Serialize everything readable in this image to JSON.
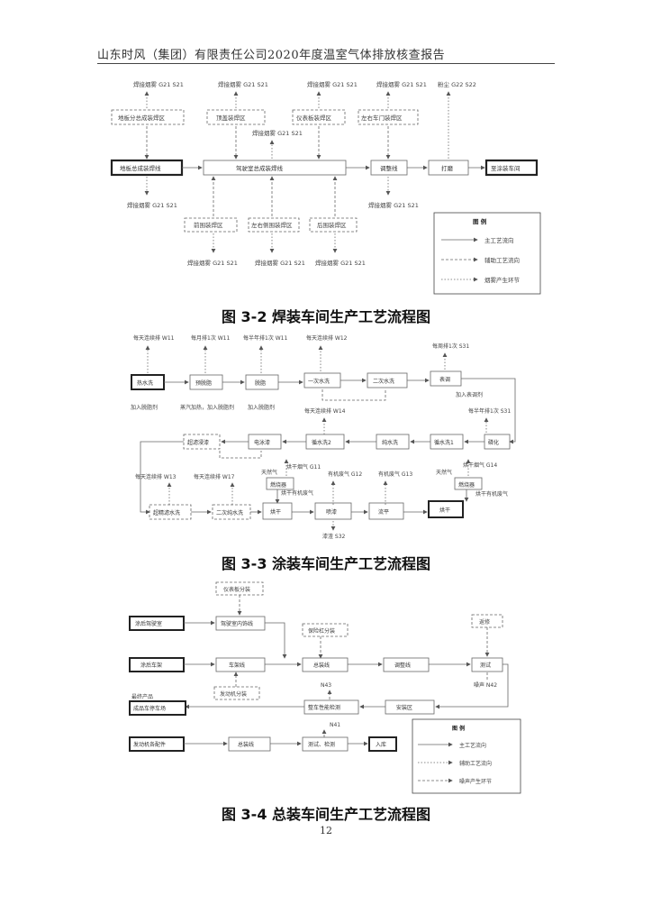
{
  "header": {
    "title": "山东时风（集团）有限责任公司2020年度温室气体排放核查报告"
  },
  "page_number": "12",
  "fig32": {
    "caption": "图 3-2  焊装车间生产工艺流程图",
    "top_emissions": [
      "焊接烟雾 G21 S21",
      "焊接烟雾 G21 S21",
      "焊接烟雾 G21 S21",
      "焊接烟雾 G21 S21",
      "粉尘 G22 S22"
    ],
    "upper_zones": [
      "地板分总成装焊区",
      "顶盖装焊区",
      "仪表板装焊区",
      "左右车门装焊区"
    ],
    "mid_emission": "焊接烟雾 G21 S21",
    "main_line": [
      "地板总成装焊线",
      "驾驶室总成装焊线",
      "调整线",
      "打磨",
      "至涂装车间"
    ],
    "below_emissions": [
      "焊接烟雾 G21 S21",
      "焊接烟雾 G21 S21"
    ],
    "lower_zones": [
      "前围装焊区",
      "左右侧围装焊区",
      "后围装焊区"
    ],
    "bottom_emissions": [
      "焊接烟雾 G21 S21",
      "焊接烟雾 G21 S21",
      "焊接烟雾 G21 S21"
    ],
    "legend": {
      "title": "图    例",
      "items": [
        "主工艺流向",
        "辅助工艺流向",
        "烟雾产生环节"
      ]
    }
  },
  "fig33": {
    "caption": "图 3-3  涂装车间生产工艺流程图",
    "row1": [
      "热水洗",
      "预脱脂",
      "脱脂",
      "一次水洗",
      "二次水洗",
      "表调"
    ],
    "row1_top": [
      "每天连续排 W11",
      "每月排1次 W11",
      "每半年排1次 W11",
      "每天连续排 W12",
      "每周排1次  S31"
    ],
    "row1_bottom": [
      "加入脱脂剂",
      "蒸汽加热，加入脱脂剂",
      "加入脱脂剂",
      "加入表调剂"
    ],
    "row2": [
      "超滤浸漆",
      "电泳漆",
      "循水洗2",
      "纯水洗",
      "循水洗1",
      "磷化"
    ],
    "row2_labels": [
      "每天连续排 W14",
      "每半年排1次 S31"
    ],
    "row3": [
      "超精滤水洗",
      "二次纯水洗",
      "烘干",
      "喷漆",
      "流平",
      "烘干"
    ],
    "burners": [
      "燃烧器",
      "燃烧器"
    ],
    "row3_labels": [
      "每天连续排 W13",
      "每天连续排 W17",
      "天然气",
      "烘干烟气 G11",
      "有机废气 G12",
      "有机废气 G13",
      "天然气",
      "烘干烟气 G14",
      "烘干有机废气",
      "烘干有机废气"
    ],
    "bottom_label": "漆渣 S32"
  },
  "fig34": {
    "caption": "图 3-4 总装车间生产工艺流程图",
    "sub_boxes": [
      "仪表板分装",
      "保险杠分装",
      "发动机分装",
      "返修"
    ],
    "main_boxes": [
      "涂后驾驶室",
      "涂后车架",
      "驾驶室内饰线",
      "车架线",
      "总装线",
      "调整线",
      "测试",
      "整车性能检测",
      "安装区",
      "成品车停车场",
      "发动机各配件",
      "总装线",
      "测试、检测",
      "入库"
    ],
    "labels": [
      "噪声 N42",
      "N43",
      "N41",
      "最终产品"
    ],
    "legend": {
      "title": "图    例",
      "items": [
        "主工艺流向",
        "辅助工艺流向",
        "噪声产生环节"
      ]
    }
  }
}
